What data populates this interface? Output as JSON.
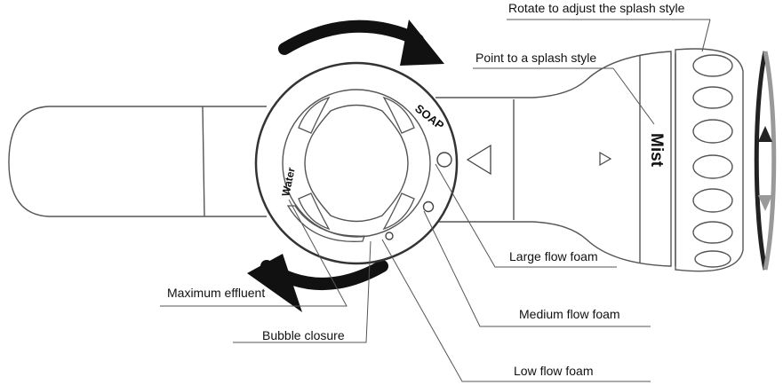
{
  "callouts": {
    "rotate": "Rotate to adjust the splash style",
    "point": "Point to a splash style",
    "large": "Large flow foam",
    "maximum": "Maximum effluent",
    "medium": "Medium flow foam",
    "bubble": "Bubble closure",
    "low": "Low flow foam"
  },
  "dial": {
    "soap": "SOAP",
    "water": "Water"
  },
  "nozzle": {
    "mode": "Mist"
  }
}
